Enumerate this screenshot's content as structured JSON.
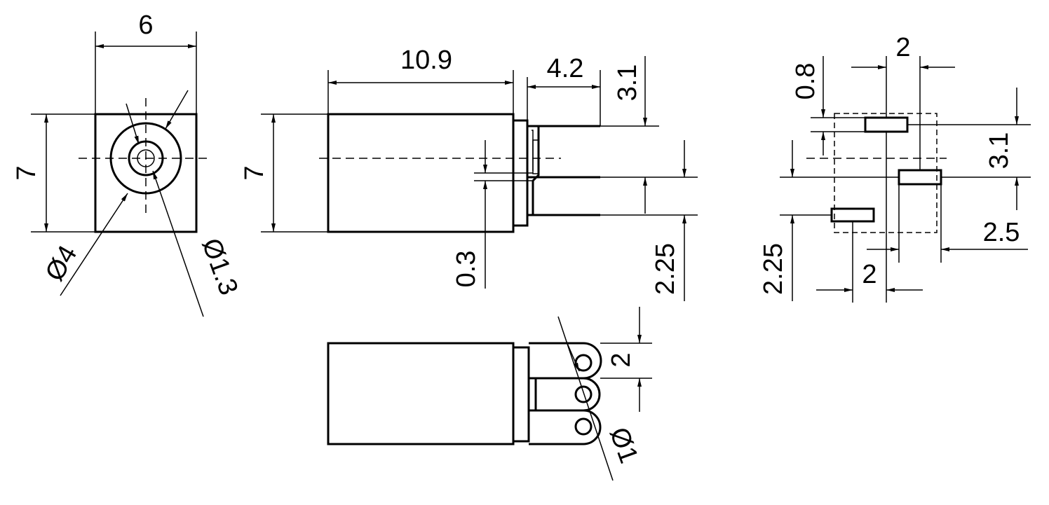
{
  "dimensions": {
    "front_width": "6",
    "front_height": "7",
    "outer_diameter": "Ø4",
    "pin_diameter": "Ø1.3",
    "body_length": "10.9",
    "side_height": "7",
    "terminal_length": "4.2",
    "pin_spacing_top": "3.1",
    "offset": "0.3",
    "pin_spacing_bottom": "2.25",
    "pad_top": "2",
    "pad_thickness": "0.8",
    "pad_pitch": "3.1",
    "pad_offset_right": "2.5",
    "pad_offset_bottom": "2",
    "pad_vertical": "2.25",
    "bottom_pitch": "2",
    "hole_diameter": "Ø1"
  }
}
